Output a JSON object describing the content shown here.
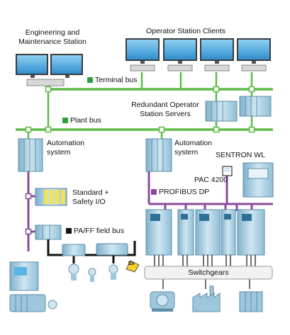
{
  "labels": {
    "engineering_station": "Engineering and\nMaintenance Station",
    "operator_clients": "Operator Station Clients",
    "terminal_bus": "Terminal bus",
    "plant_bus": "Plant bus",
    "redundant_servers": "Redundant Operator\nStation Servers",
    "automation_system_left": "Automation\nsystem",
    "automation_system_right": "Automation\nsystem",
    "sentron": "SENTRON WL",
    "pac": "PAC 4200",
    "profibus": "PROFIBUS DP",
    "safety_io": "Standard +\nSafety I/O",
    "pa_ff": "PA/FF field bus",
    "switchgears": "Switchgears",
    "ex_symbol": "Ex"
  },
  "colors": {
    "bus_green": "#5dbb46",
    "profibus_purple": "#8a4a9c",
    "pa_black": "#111111",
    "device_blue": "#9ec7dd",
    "screen_blue": "#5ab4e6",
    "legend_green": "#2e9e3e"
  }
}
